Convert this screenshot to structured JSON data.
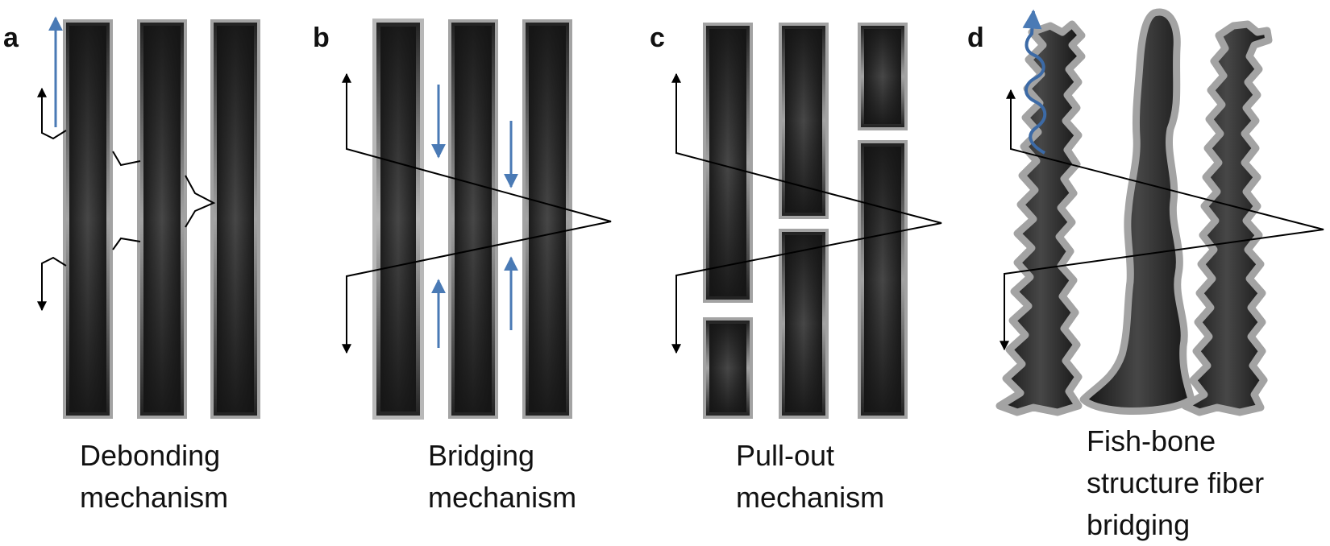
{
  "panels": [
    {
      "letter": "a",
      "caption": [
        "Debonding",
        "mechanism"
      ]
    },
    {
      "letter": "b",
      "caption": [
        "Bridging",
        "mechanism"
      ]
    },
    {
      "letter": "c",
      "caption": [
        "Pull-out",
        "mechanism"
      ]
    },
    {
      "letter": "d",
      "caption": [
        "Fish-bone",
        "structure fiber",
        "bridging"
      ]
    }
  ],
  "colors": {
    "fiber_dark": "#151515",
    "fiber_light": "#4a4a4a",
    "fiber_outline": "#a3a3a3",
    "crack_line": "#000000",
    "blue_arrow": "#4a7ab5",
    "text": "#111111"
  }
}
